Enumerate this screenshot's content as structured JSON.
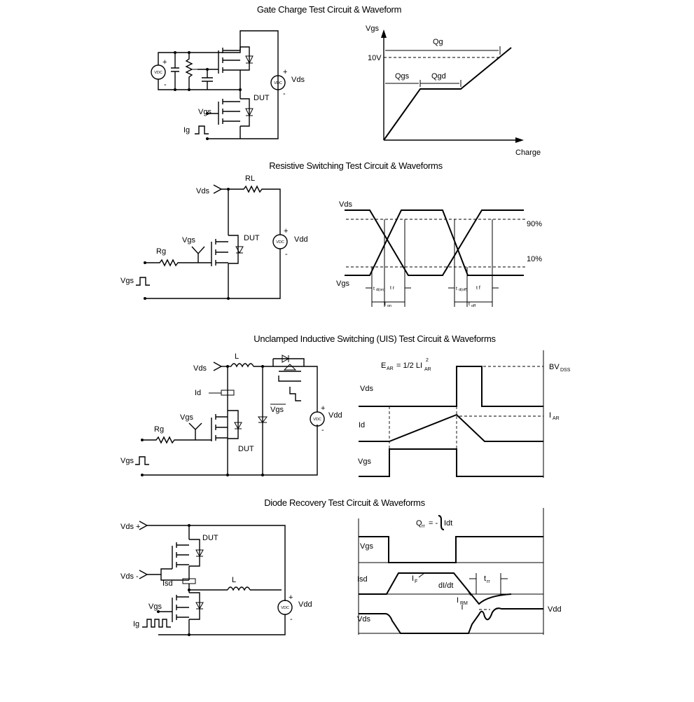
{
  "titles": {
    "gate_charge": "Gate Charge Test Circuit & Waveform",
    "resistive": "Resistive Switching Test Circuit & Waveforms",
    "uis": "Unclamped Inductive Switching (UIS) Test Circuit & Waveforms",
    "diode": "Diode Recovery Test Circuit & Waveforms"
  },
  "gate_charge": {
    "vdc": "VDC",
    "plus": "+",
    "minus": "-",
    "vds": "Vds",
    "dut": "DUT",
    "vgs": "Vgs",
    "ig": "Ig",
    "wave": {
      "y_axis": "Vgs",
      "x_axis": "Charge",
      "level": "10V",
      "qg": "Qg",
      "qgs": "Qgs",
      "qgd": "Qgd"
    }
  },
  "resistive": {
    "vds": "Vds",
    "rl": "RL",
    "dut": "DUT",
    "vgs": "Vgs",
    "rg": "Rg",
    "vgs_pulse": "Vgs",
    "vdc": "VDC",
    "plus": "+",
    "minus": "-",
    "vdd": "Vdd",
    "wave": {
      "vds": "Vds",
      "vgs": "Vgs",
      "p90": "90%",
      "p10": "10%",
      "td_on": "d(on)",
      "td_on_prefix": "t",
      "tr": "t r",
      "ton": "t",
      "ton_sub": "on",
      "td_off": "d(off)",
      "td_off_prefix": "t",
      "tf": "t f",
      "toff": "t",
      "toff_sub": "off"
    }
  },
  "uis": {
    "vds": "Vds",
    "l": "L",
    "id": "Id",
    "vgs": "Vgs",
    "rg": "Rg",
    "dut": "DUT",
    "vgs_pulse": "Vgs",
    "vgs_bar": "Vgs",
    "vdc": "VDC",
    "plus": "+",
    "minus": "-",
    "vdd": "Vdd",
    "wave": {
      "eq_e": "E",
      "eq_e_sub": "AR",
      "eq_body": "= 1/2 LI",
      "eq_sup": "2",
      "eq_sub2": "AR",
      "bv": "BV",
      "bv_sub": "DSS",
      "iar": "I",
      "iar_sub": "AR",
      "vds": "Vds",
      "id": "Id",
      "vgs": "Vgs"
    }
  },
  "diode": {
    "vds_plus": "Vds +",
    "vds_minus": "Vds -",
    "dut": "DUT",
    "isd": "Isd",
    "l": "L",
    "vgs": "Vgs",
    "ig": "Ig",
    "vdc": "VDC",
    "plus": "+",
    "minus": "-",
    "vdd": "Vdd",
    "wave": {
      "qrr_q": "Q",
      "qrr_sub": "rr",
      "qrr_eq": "= -",
      "qrr_int": "Idt",
      "vgs": "Vgs",
      "isd": "Isd",
      "vds": "Vds",
      "if": "I",
      "if_sub": "F",
      "didt": "dI/dt",
      "trr": "t",
      "trr_sub": "rr",
      "irm": "I",
      "irm_sub": "RM",
      "vdd": "Vdd"
    }
  }
}
